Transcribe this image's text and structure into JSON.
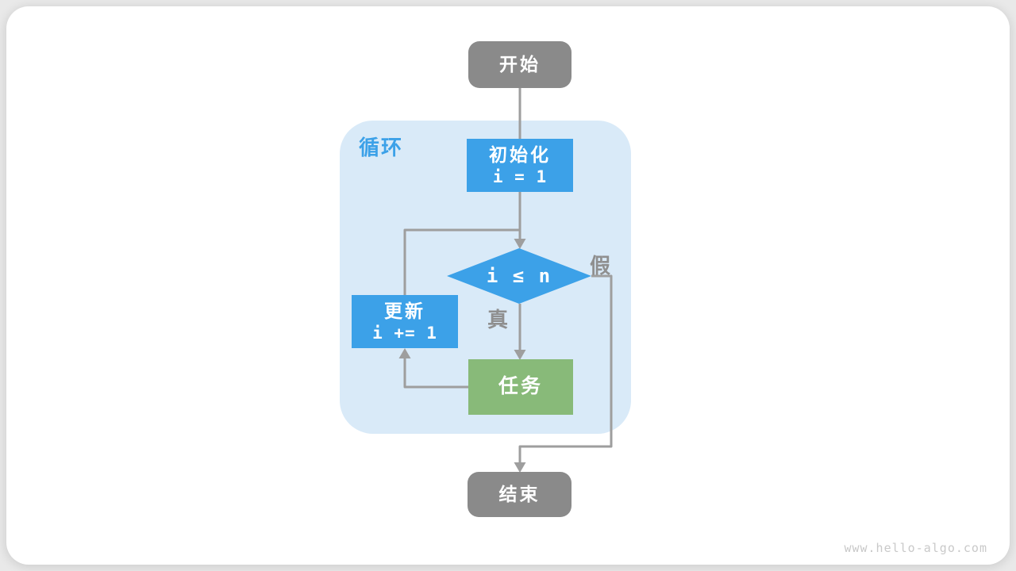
{
  "diagram": {
    "loop_label": "循环",
    "nodes": {
      "start": {
        "label": "开始"
      },
      "init": {
        "title": "初始化",
        "code": "i = 1"
      },
      "condition": {
        "code": "i ≤ n"
      },
      "update": {
        "title": "更新",
        "code": "i += 1"
      },
      "task": {
        "label": "任务"
      },
      "end": {
        "label": "结束"
      }
    },
    "edge_labels": {
      "true_branch": "真",
      "false_branch": "假"
    },
    "colors": {
      "node_gray": "#8a8a8a",
      "blue": "#3ca1e8",
      "light_blue": "#d9eaf8",
      "green": "#88ba79",
      "line": "#9e9e9e",
      "label_gray": "#8f8f8f",
      "watermark": "#c9c9c9",
      "card_bg": "#ffffff",
      "page_bg": "#e9e9e9"
    },
    "watermark": "www.hello-algo.com"
  }
}
